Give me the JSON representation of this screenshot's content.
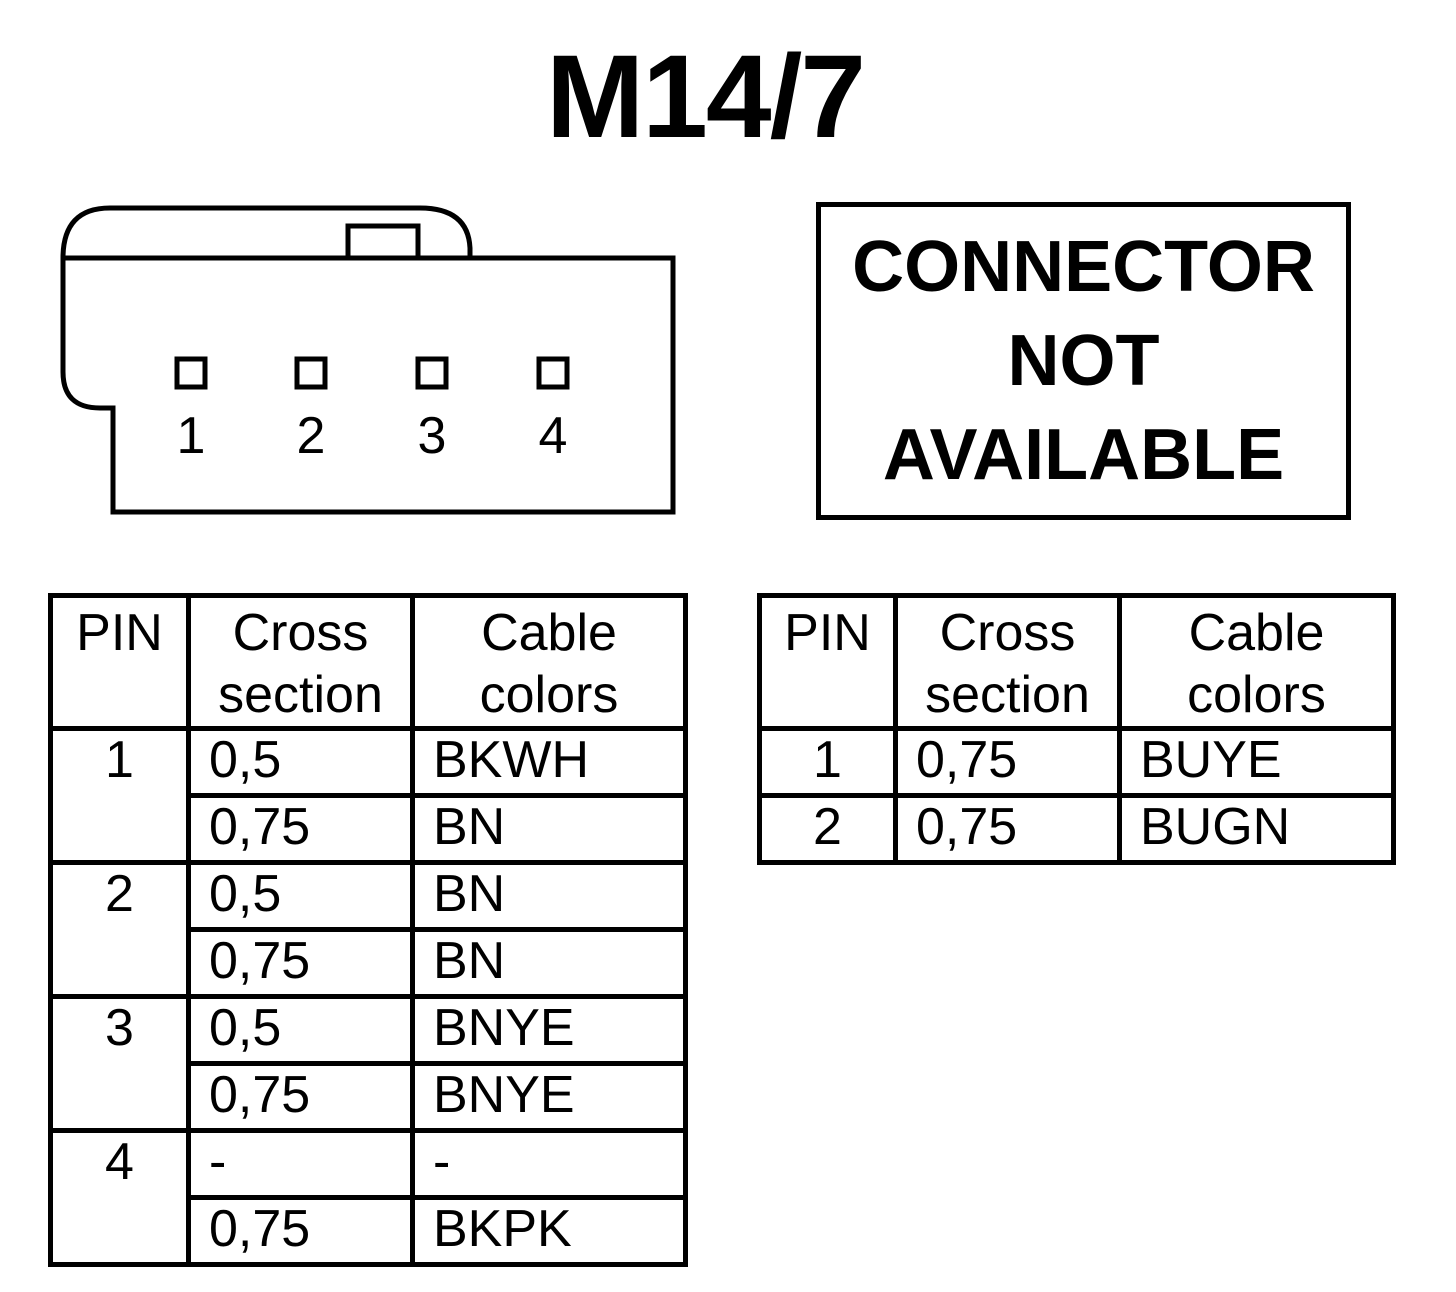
{
  "title": "M14/7",
  "connector": {
    "pins": [
      "1",
      "2",
      "3",
      "4"
    ]
  },
  "notice": {
    "lines": [
      "CONNECTOR",
      "NOT",
      "AVAILABLE"
    ]
  },
  "headers": {
    "pin": "PIN",
    "cross_1": "Cross",
    "cross_2": "section",
    "cable_1": "Cable",
    "cable_2": "colors"
  },
  "table_left": [
    {
      "pin": "1",
      "rows": [
        {
          "cross": "0,5",
          "color": "BKWH"
        },
        {
          "cross": "0,75",
          "color": "BN"
        }
      ]
    },
    {
      "pin": "2",
      "rows": [
        {
          "cross": "0,5",
          "color": "BN"
        },
        {
          "cross": "0,75",
          "color": "BN"
        }
      ]
    },
    {
      "pin": "3",
      "rows": [
        {
          "cross": "0,5",
          "color": "BNYE"
        },
        {
          "cross": "0,75",
          "color": "BNYE"
        }
      ]
    },
    {
      "pin": "4",
      "rows": [
        {
          "cross": "-",
          "color": "-"
        },
        {
          "cross": "0,75",
          "color": "BKPK"
        }
      ]
    }
  ],
  "table_right": [
    {
      "pin": "1",
      "cross": "0,75",
      "color": "BUYE"
    },
    {
      "pin": "2",
      "cross": "0,75",
      "color": "BUGN"
    }
  ]
}
